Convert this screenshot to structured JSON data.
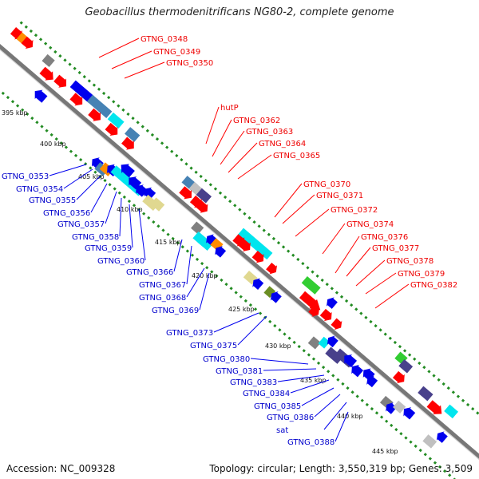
{
  "title": "Geobacillus thermodenitrificans NG80-2, complete genome",
  "footer": {
    "accession": "Accession: NC_009328",
    "topology": "Topology: circular; Length: 3,550,319 bp; Genes: 3,509"
  },
  "scale_labels": [
    {
      "kb": 395,
      "text": "395 kbp"
    },
    {
      "kb": 400,
      "text": "400 kbp"
    },
    {
      "kb": 405,
      "text": "405 kbp"
    },
    {
      "kb": 410,
      "text": "410 kbp"
    },
    {
      "kb": 415,
      "text": "415 kbp"
    },
    {
      "kb": 420,
      "text": "420 kbp"
    },
    {
      "kb": 425,
      "text": "425 kbp"
    },
    {
      "kb": 430,
      "text": "430 kbp"
    },
    {
      "kb": 435,
      "text": "435 kbp"
    },
    {
      "kb": 440,
      "text": "440 kbp"
    },
    {
      "kb": 445,
      "text": "445 kbp"
    }
  ],
  "labels_red": [
    "GTNG_0348",
    "GTNG_0349",
    "GTNG_0350",
    "hutP",
    "GTNG_0362",
    "GTNG_0363",
    "GTNG_0364",
    "GTNG_0365",
    "GTNG_0370",
    "GTNG_0371",
    "GTNG_0372",
    "GTNG_0374",
    "GTNG_0376",
    "GTNG_0377",
    "GTNG_0378",
    "GTNG_0379",
    "GTNG_0382"
  ],
  "labels_blue": [
    "GTNG_0353",
    "GTNG_0354",
    "GTNG_0355",
    "GTNG_0356",
    "GTNG_0357",
    "GTNG_0358",
    "GTNG_0359",
    "GTNG_0360",
    "GTNG_0366",
    "GTNG_0367",
    "GTNG_0368",
    "GTNG_0369",
    "GTNG_0373",
    "GTNG_0375",
    "GTNG_0380",
    "GTNG_0381",
    "GTNG_0383",
    "GTNG_0384",
    "GTNG_0385",
    "GTNG_0386",
    "sat",
    "GTNG_0388"
  ],
  "colors": {
    "forward": "#ff0000",
    "reverse": "#0000ee",
    "backbone": "#777777",
    "ticks": "#228b22",
    "cyan": "#00e5ee",
    "steelblue": "#4682b4",
    "slate": "#48408b",
    "green": "#32cd32",
    "khaki": "#e0d890",
    "olive": "#6b8e23",
    "orange": "#ff8c00",
    "gray": "#808080",
    "lightgray": "#c0c0c0"
  }
}
